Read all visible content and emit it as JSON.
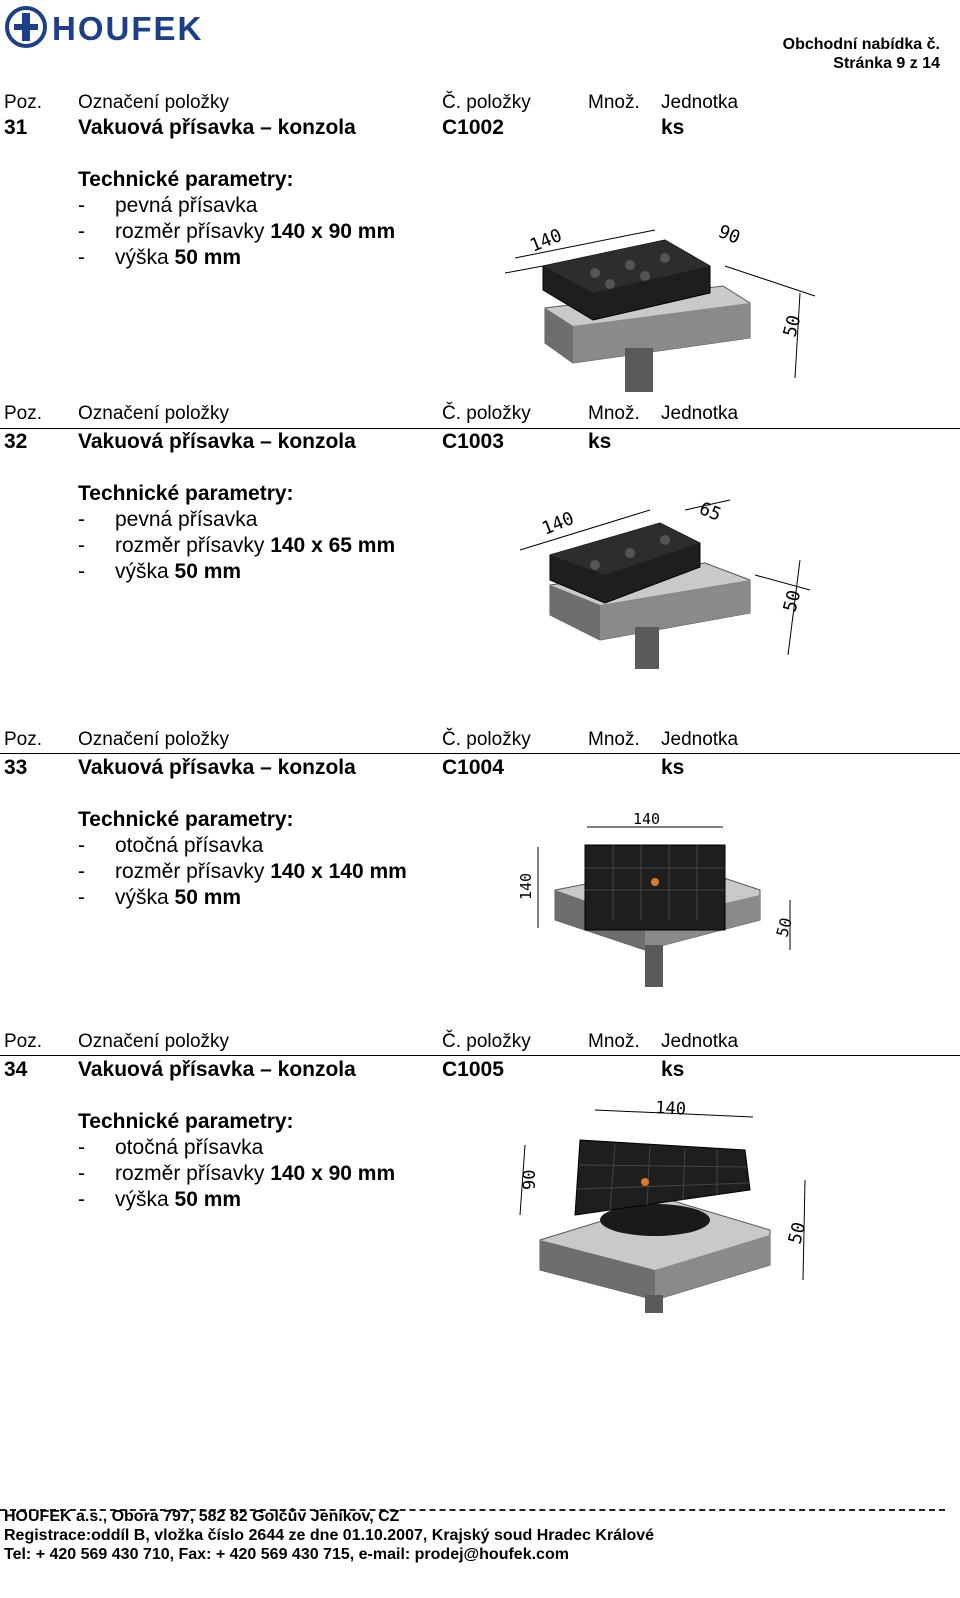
{
  "header": {
    "logo_text": "HOUFEK",
    "offer_label": "Obchodní nabídka č.",
    "page_label": "Stránka 9 z 14"
  },
  "columns": {
    "pos": "Poz.",
    "name": "Označení položky",
    "code": "Č. položky",
    "qty": "Množ.",
    "unit": "Jednotka"
  },
  "items": [
    {
      "pos": "31",
      "name": "Vakuová přísavka – konzola",
      "code": "C1002",
      "qty": "",
      "unit": "ks",
      "params_title": "Technické parametry:",
      "params": [
        {
          "dash": "-",
          "text": "pevná přísavka",
          "value": ""
        },
        {
          "dash": "-",
          "text": "rozměr přísavky ",
          "value": "140 x 90 mm"
        },
        {
          "dash": "-",
          "text": "výška ",
          "value": "50 mm"
        }
      ],
      "dims": [
        "140",
        "90",
        "50"
      ]
    },
    {
      "pos": "32",
      "name": "Vakuová přísavka – konzola",
      "code": "C1003",
      "qty": "ks",
      "unit": "",
      "params_title": "Technické parametry:",
      "params": [
        {
          "dash": "-",
          "text": "pevná přísavka",
          "value": ""
        },
        {
          "dash": "-",
          "text": "rozměr přísavky ",
          "value": "140 x 65 mm"
        },
        {
          "dash": "-",
          "text": "výška ",
          "value": "50 mm"
        }
      ],
      "dims": [
        "140",
        "65",
        "50"
      ]
    },
    {
      "pos": "33",
      "name": "Vakuová přísavka – konzola",
      "code": "C1004",
      "qty": "",
      "unit": "ks",
      "params_title": "Technické parametry:",
      "params": [
        {
          "dash": "-",
          "text": "otočná přísavka",
          "value": ""
        },
        {
          "dash": "-",
          "text": "rozměr přísavky ",
          "value": "140 x 140 mm"
        },
        {
          "dash": "-",
          "text": "výška ",
          "value": "50 mm"
        }
      ],
      "dims": [
        "140",
        "140",
        "50"
      ]
    },
    {
      "pos": "34",
      "name": "Vakuová přísavka – konzola",
      "code": "C1005",
      "qty": "",
      "unit": "ks",
      "params_title": "Technické parametry:",
      "params": [
        {
          "dash": "-",
          "text": "otočná přísavka",
          "value": ""
        },
        {
          "dash": "-",
          "text": "rozměr přísavky ",
          "value": "140 x 90 mm"
        },
        {
          "dash": "-",
          "text": "výška ",
          "value": "50 mm"
        }
      ],
      "dims": [
        "140",
        "90",
        "50"
      ]
    }
  ],
  "footer": {
    "line1": "HOUFEK a.s., Obora 797, 582 82  Golčův Jeníkov, CZ",
    "line2": "Registrace:oddíl B, vložka číslo 2644 ze dne 01.10.2007, Krajský soud Hradec Králové",
    "line3": "Tel: + 420 569 430 710, Fax: + 420 569 430 715, e-mail: prodej@houfek.com"
  }
}
